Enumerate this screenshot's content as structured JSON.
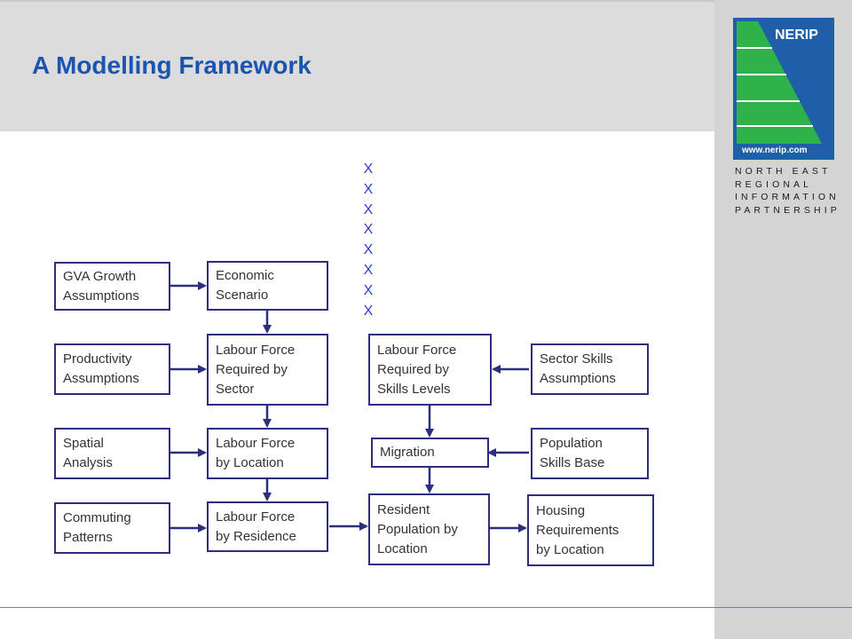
{
  "title": "A Modelling Framework",
  "logo": {
    "name": "NERIP",
    "url": "www.nerip.com",
    "tagline": [
      "NORTH EAST",
      "REGIONAL",
      "INFORMATION",
      "PARTNERSHIP"
    ]
  },
  "x_column": [
    "X",
    "X",
    "X",
    "X",
    "X",
    "X",
    "X",
    "X"
  ],
  "boxes": {
    "gva_growth": "GVA Growth\nAssumptions",
    "economic_scenario": "Economic\nScenario",
    "productivity": "Productivity\nAssumptions",
    "lf_sector": "Labour Force\nRequired by\nSector",
    "lf_skills": "Labour Force\nRequired by\nSkills Levels",
    "sector_skills": "Sector Skills\nAssumptions",
    "spatial": "Spatial\nAnalysis",
    "lf_location": "Labour Force\nby Location",
    "migration": "Migration",
    "population_skills": "Population\nSkills Base",
    "commuting": "Commuting\nPatterns",
    "lf_residence": "Labour Force\nby Residence",
    "resident_population": "Resident\nPopulation by\nLocation",
    "housing": "Housing\nRequirements\nby Location"
  },
  "colors": {
    "title": "#1a56b0",
    "box_border": "#2e2e7e",
    "arrow": "#2e2e7e",
    "x_marks": "#2e3cd9",
    "logo_blue": "#1f5fa8",
    "logo_green": "#2db34a"
  }
}
